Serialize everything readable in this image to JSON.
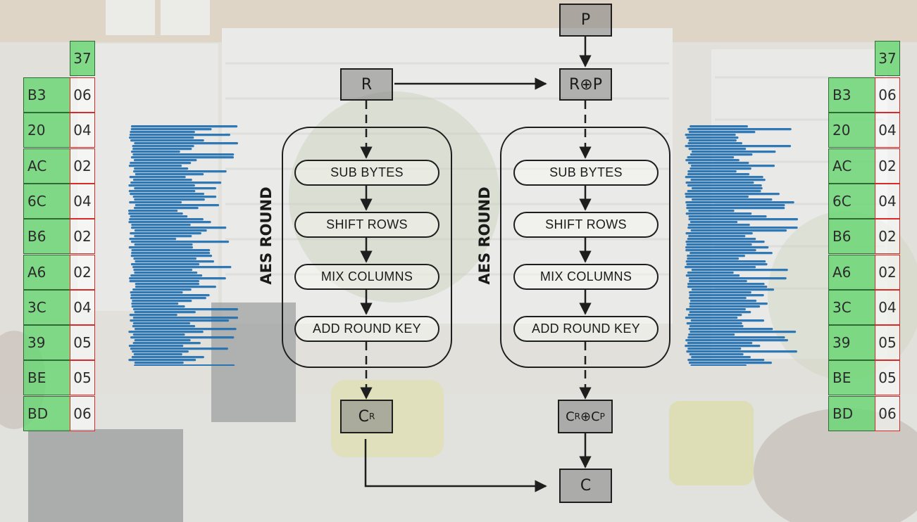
{
  "tables": {
    "header_value": "37",
    "rows": [
      {
        "byte": "B3",
        "count": "06"
      },
      {
        "byte": "20",
        "count": "04"
      },
      {
        "byte": "AC",
        "count": "02"
      },
      {
        "byte": "6C",
        "count": "04"
      },
      {
        "byte": "B6",
        "count": "02"
      },
      {
        "byte": "A6",
        "count": "02"
      },
      {
        "byte": "3C",
        "count": "04"
      },
      {
        "byte": "39",
        "count": "05"
      },
      {
        "byte": "BE",
        "count": "05"
      },
      {
        "byte": "BD",
        "count": "06"
      }
    ]
  },
  "diagram": {
    "left": {
      "input": "R",
      "round_label": "AES ROUND",
      "steps": [
        "SUB BYTES",
        "SHIFT ROWS",
        "MIX COLUMNS",
        "ADD ROUND KEY"
      ],
      "output_main": "C",
      "output_sub": "R"
    },
    "right": {
      "top_input": "P",
      "input": "R⊕P",
      "round_label": "AES ROUND",
      "steps": [
        "SUB BYTES",
        "SHIFT ROWS",
        "MIX COLUMNS",
        "ADD ROUND KEY"
      ],
      "output_a": "C",
      "output_a_sub": "R",
      "output_op": "⊕",
      "output_b": "C",
      "output_b_sub": "P",
      "final": "C"
    }
  },
  "colors": {
    "byte_cell": "#6cd676",
    "count_border": "#d92a2a",
    "trace": "#1f6fb0",
    "line": "#1e1e1e"
  }
}
